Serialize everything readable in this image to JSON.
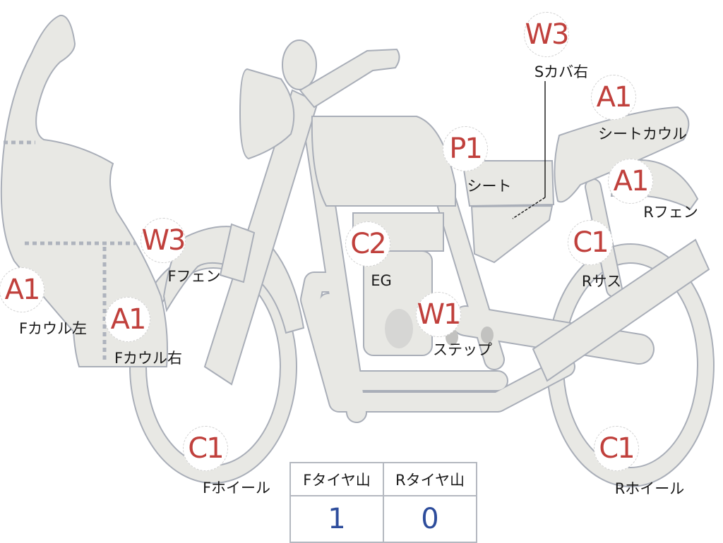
{
  "markers": [
    {
      "code": "W3",
      "label": "Sカバ右"
    },
    {
      "code": "A1",
      "label": "シートカウル"
    },
    {
      "code": "P1",
      "label": "シート"
    },
    {
      "code": "A1",
      "label": "Rフェン"
    },
    {
      "code": "W3",
      "label": "Fフェン"
    },
    {
      "code": "C2",
      "label": "EG"
    },
    {
      "code": "C1",
      "label": "Rサス"
    },
    {
      "code": "A1",
      "label": "Fカウル左"
    },
    {
      "code": "A1",
      "label": "Fカウル右"
    },
    {
      "code": "W1",
      "label": "ステップ"
    },
    {
      "code": "C1",
      "label": "Fホイール"
    },
    {
      "code": "C1",
      "label": "Rホイール"
    }
  ],
  "tire_table": {
    "headers": [
      "Fタイヤ山",
      "Rタイヤ山"
    ],
    "values": [
      "1",
      "0"
    ]
  },
  "colors": {
    "code": "#c0403c",
    "value": "#2e4d9c",
    "body": "#e8e8e4",
    "outline": "#a9aeb8"
  }
}
